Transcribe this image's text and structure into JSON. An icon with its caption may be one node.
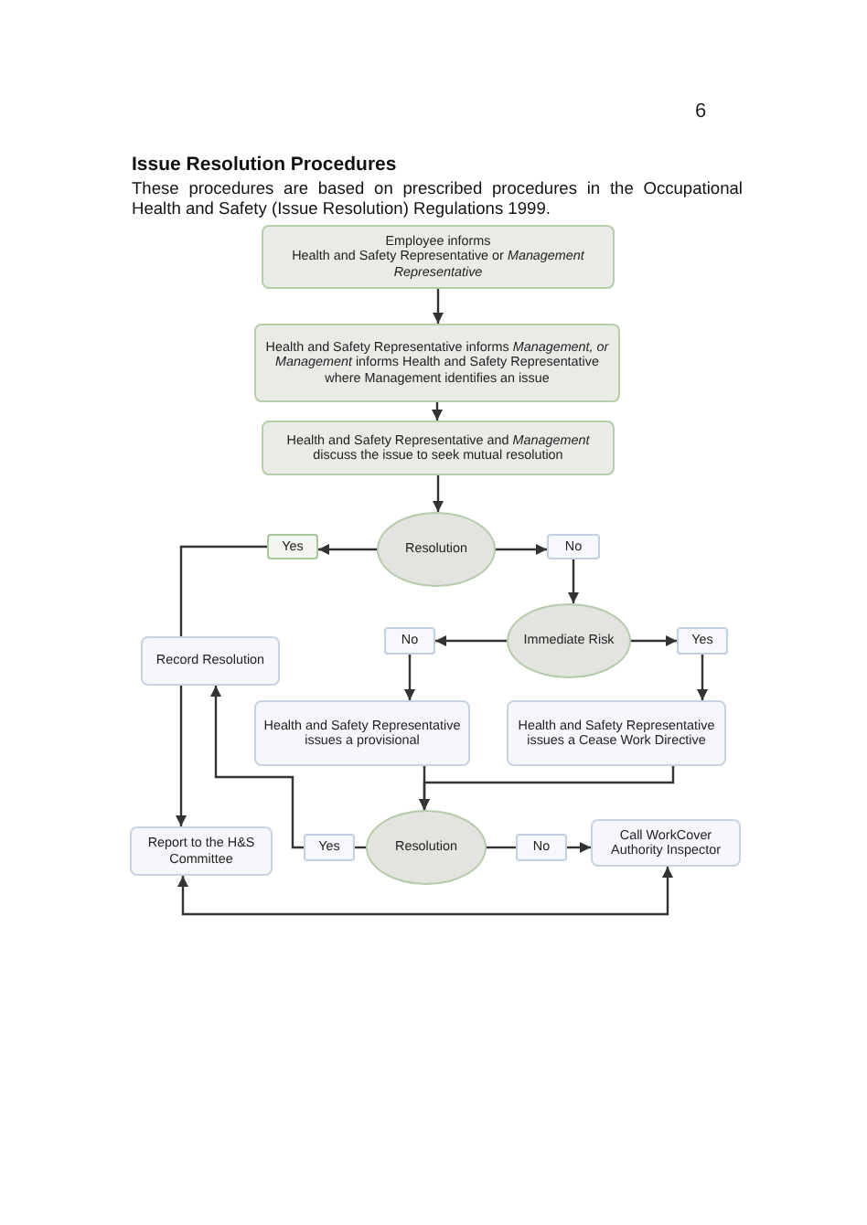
{
  "diagram": {
    "title": "Issue Resolution Procedures",
    "nodes": [
      {
        "text": [
          "Employee informs",
          "Health and Safety Representative or *Management Representative*"
        ]
      },
      {
        "text": [
          "Health and Safety Representative informs *Management, or Management* informs Health and Safety Representative where Management identifies an issue"
        ]
      },
      {
        "text": [
          "Health and Safety Representative and *Management* discuss the issue to seek mutual resolution"
        ]
      },
      {
        "text": [
          "Resolution"
        ]
      },
      {
        "text": [
          "Yes"
        ]
      },
      {
        "text": [
          "No"
        ]
      },
      {
        "text": [
          "Immediate Risk"
        ]
      },
      {
        "text": [
          "No"
        ]
      },
      {
        "text": [
          "Yes"
        ]
      },
      {
        "text": [
          "Record Resolution"
        ]
      },
      {
        "text": [
          "Health and Safety Representative issues a provisional"
        ]
      },
      {
        "text": [
          "Health and Safety Representative issues a Cease Work Directive"
        ]
      },
      {
        "text": [
          "Report to the H&S Committee"
        ]
      },
      {
        "text": [
          "Yes"
        ]
      },
      {
        "text": [
          "Resolution"
        ]
      },
      {
        "text": [
          "No"
        ]
      },
      {
        "text": [
          "Call WorkCover Authority Inspector"
        ]
      }
    ],
    "edges": [
      {
        "from": 0,
        "to": 1,
        "arrow": "to"
      },
      {
        "from": 1,
        "to": 2,
        "arrow": "to"
      },
      {
        "from": 2,
        "to": 3,
        "arrow": "to"
      },
      {
        "from": 3,
        "to": 4,
        "arrow": "to"
      },
      {
        "from": 3,
        "to": 5,
        "arrow": "to"
      },
      {
        "from": 5,
        "to": 6,
        "arrow": "to"
      },
      {
        "from": 6,
        "to": 7,
        "arrow": "to"
      },
      {
        "from": 6,
        "to": 8,
        "arrow": "to"
      },
      {
        "from": 7,
        "to": 10,
        "arrow": "to"
      },
      {
        "from": 8,
        "to": 11,
        "arrow": "to"
      },
      {
        "from": 4,
        "to": 9,
        "arrow": "none"
      },
      {
        "from": 9,
        "to": 12,
        "arrow": "to"
      },
      {
        "from": 10,
        "to": 14,
        "arrow": "to"
      },
      {
        "from": 11,
        "to": 14,
        "arrow": "to"
      },
      {
        "from": 14,
        "to": 13,
        "arrow": "none"
      },
      {
        "from": 13,
        "to": 9,
        "arrow": "to"
      },
      {
        "from": 14,
        "to": 15,
        "arrow": "none"
      },
      {
        "from": 15,
        "to": 16,
        "arrow": "to"
      },
      {
        "from": 12,
        "to": 16,
        "arrow": "both"
      }
    ],
    "labels": [
      "6",
      "These procedures are based on prescribed procedures in the Occupational Health and Safety (Issue Resolution) Regulations 1999."
    ]
  }
}
